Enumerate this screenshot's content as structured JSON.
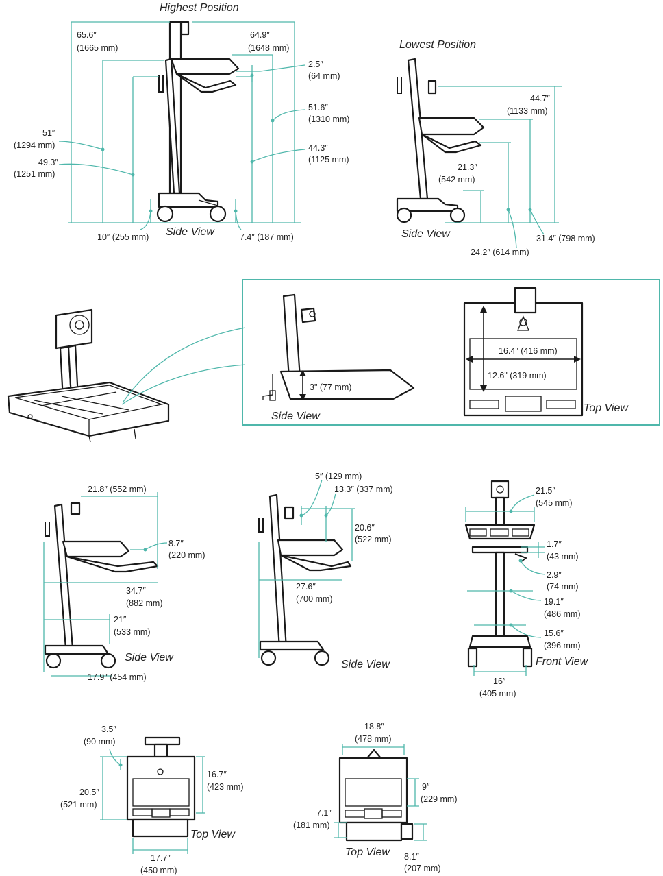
{
  "titles": {
    "highest": "Highest Position",
    "lowest": "Lowest Position",
    "side_view": "Side View",
    "top_view": "Top View",
    "front_view": "Front View"
  },
  "highest": {
    "h1": [
      "65.6″",
      "(1665 mm)"
    ],
    "h2": [
      "64.9″",
      "(1648 mm)"
    ],
    "h3": [
      "2.5″",
      "(64 mm)"
    ],
    "h4": [
      "51.6″",
      "(1310 mm)"
    ],
    "h5": [
      "44.3″",
      "(1125 mm)"
    ],
    "h6": [
      "51″",
      "(1294 mm)"
    ],
    "h7": [
      "49.3″",
      "(1251 mm)"
    ],
    "base_left": "10″ (255 mm)",
    "base_right": "7.4″ (187 mm)"
  },
  "lowest": {
    "l1": [
      "44.7″",
      "(1133 mm)"
    ],
    "l2": [
      "21.3″",
      "(542 mm)"
    ],
    "l3": "24.2″ (614 mm)",
    "l4": "31.4″ (798 mm)"
  },
  "detail": {
    "tray_height": "3\" (77 mm)",
    "top_width": "16.4\" (416 mm)",
    "top_depth": "12.6\" (319 mm)"
  },
  "side3": {
    "a": "21.8″ (552 mm)",
    "b": [
      "8.7″",
      "(220 mm)"
    ],
    "c": [
      "34.7″",
      "(882 mm)"
    ],
    "d": [
      "21″",
      "(533 mm)"
    ],
    "e": "17.9″ (454 mm)"
  },
  "side4": {
    "a": "5″ (129 mm)",
    "b": "13.3″ (337 mm)",
    "c": [
      "20.6″",
      "(522 mm)"
    ],
    "d": [
      "27.6″",
      "(700 mm)"
    ]
  },
  "front": {
    "a": [
      "21.5″",
      "(545 mm)"
    ],
    "b": [
      "1.7″",
      "(43 mm)"
    ],
    "c": [
      "2.9″",
      "(74 mm)"
    ],
    "d": [
      "19.1″",
      "(486 mm)"
    ],
    "e": [
      "15.6″",
      "(396 mm)"
    ],
    "f": [
      "16″",
      "(405 mm)"
    ]
  },
  "top1": {
    "a": [
      "3.5″",
      "(90 mm)"
    ],
    "b": [
      "16.7″",
      "(423 mm)"
    ],
    "c": [
      "20.5″",
      "(521 mm)"
    ],
    "d": [
      "17.7″",
      "(450 mm)"
    ]
  },
  "top2": {
    "a": [
      "18.8″",
      "(478 mm)"
    ],
    "b": [
      "9″",
      "(229 mm)"
    ],
    "c": [
      "7.1″",
      "(181 mm)"
    ],
    "d": [
      "8.1″",
      "(207 mm)"
    ]
  }
}
